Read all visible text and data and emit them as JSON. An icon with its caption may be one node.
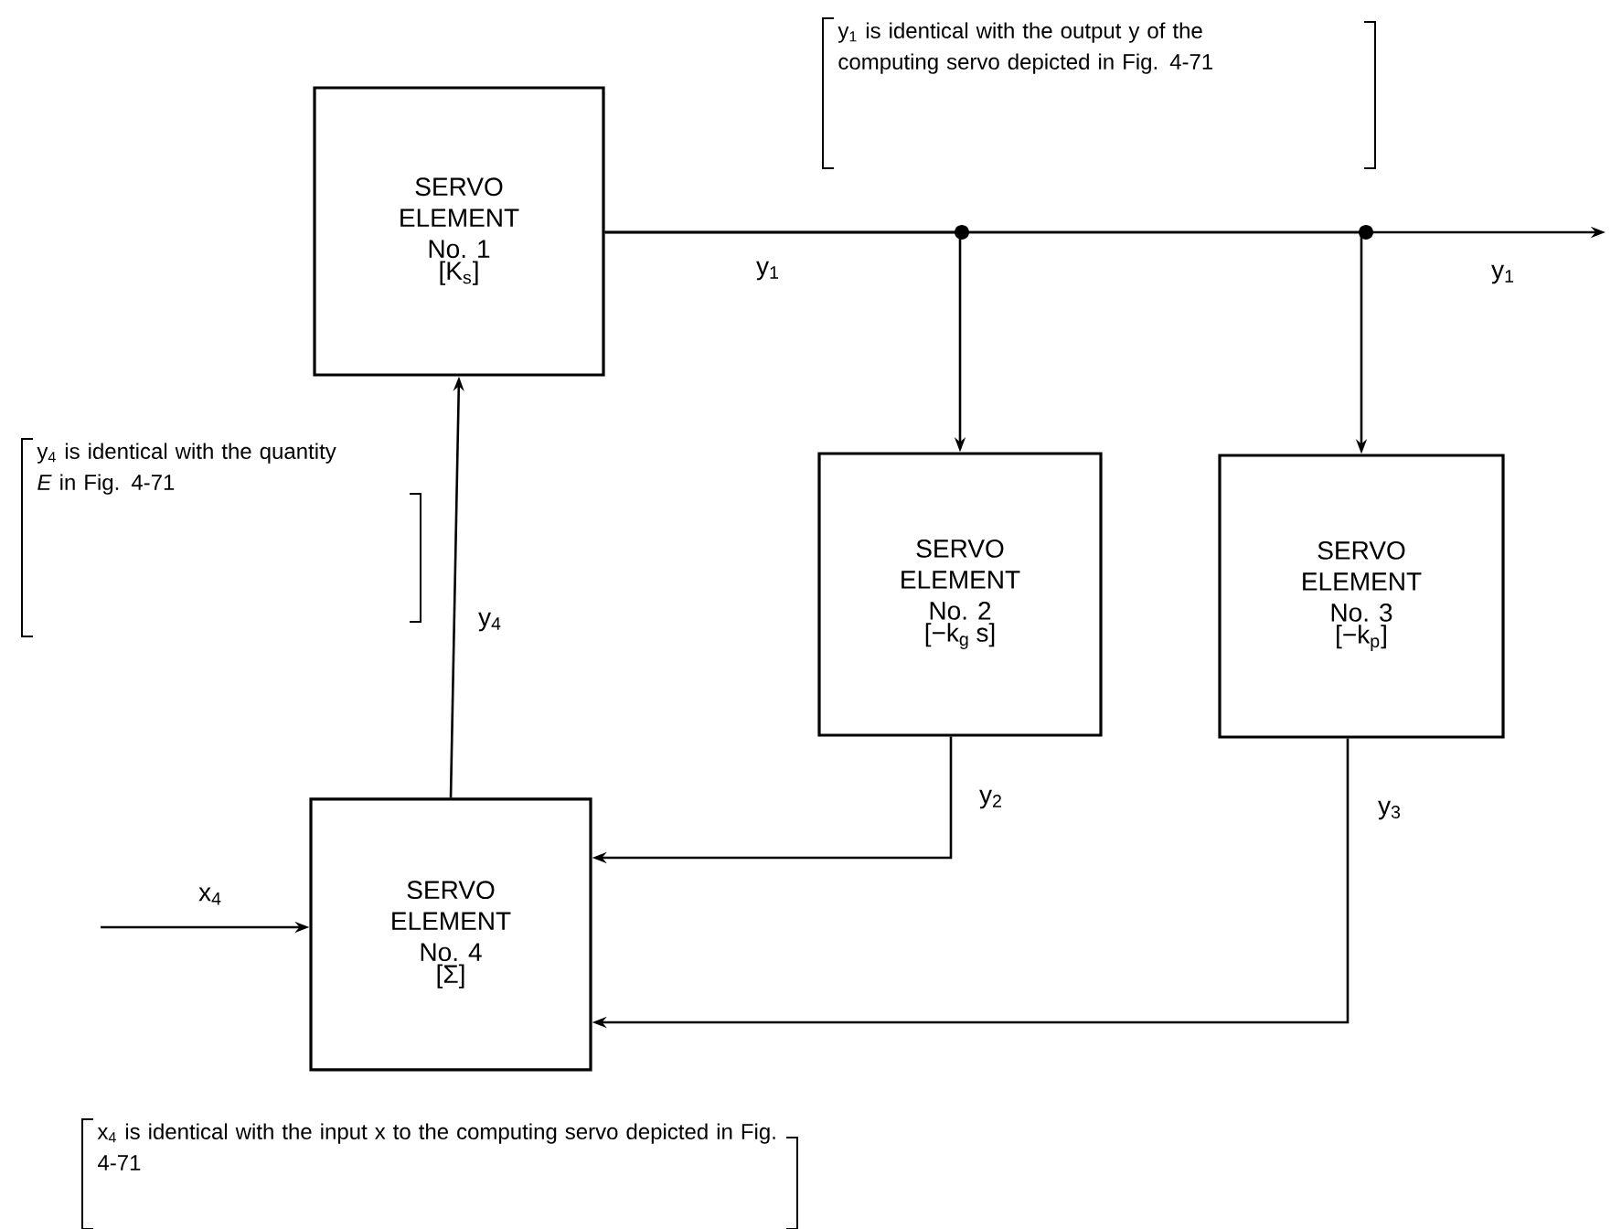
{
  "diagram": {
    "nodes": [
      {
        "text": [
          "SERVO ELEMENT No. 1",
          "[K$_{s}$]"
        ]
      },
      {
        "text": [
          "SERVO ELEMENT No. 2",
          "[−k$_{g}$ s]"
        ]
      },
      {
        "text": [
          "SERVO ELEMENT No. 3",
          "[−k$_{p}$]"
        ]
      },
      {
        "text": [
          "SERVO ELEMENT No. 4",
          "[Σ]"
        ]
      }
    ],
    "edges": [
      {
        "from": 0,
        "to": null,
        "arrow": "to",
        "label": "y$_{1}$"
      },
      {
        "from": 0,
        "to": 1,
        "arrow": "to"
      },
      {
        "from": 0,
        "to": 2,
        "arrow": "to"
      },
      {
        "from": 1,
        "to": 3,
        "arrow": "to",
        "label": "y$_{2}$"
      },
      {
        "from": 2,
        "to": 3,
        "arrow": "to",
        "label": "y$_{3}$"
      },
      {
        "from": 3,
        "to": 0,
        "arrow": "to",
        "label": "y$_{4}$"
      },
      {
        "from": null,
        "to": 3,
        "arrow": "to",
        "label": "x$_{4}$"
      }
    ],
    "labels": [
      "y$_{1}$ is identical with the output y of the computing servo depicted in Fig. 4-71",
      "y$_{1}$",
      "y$_{4}$ is identical with the quantity *E* in Fig. 4-71",
      "x$_{4}$ is identical with the input x to the computing servo depicted in Fig. 4-71"
    ]
  }
}
